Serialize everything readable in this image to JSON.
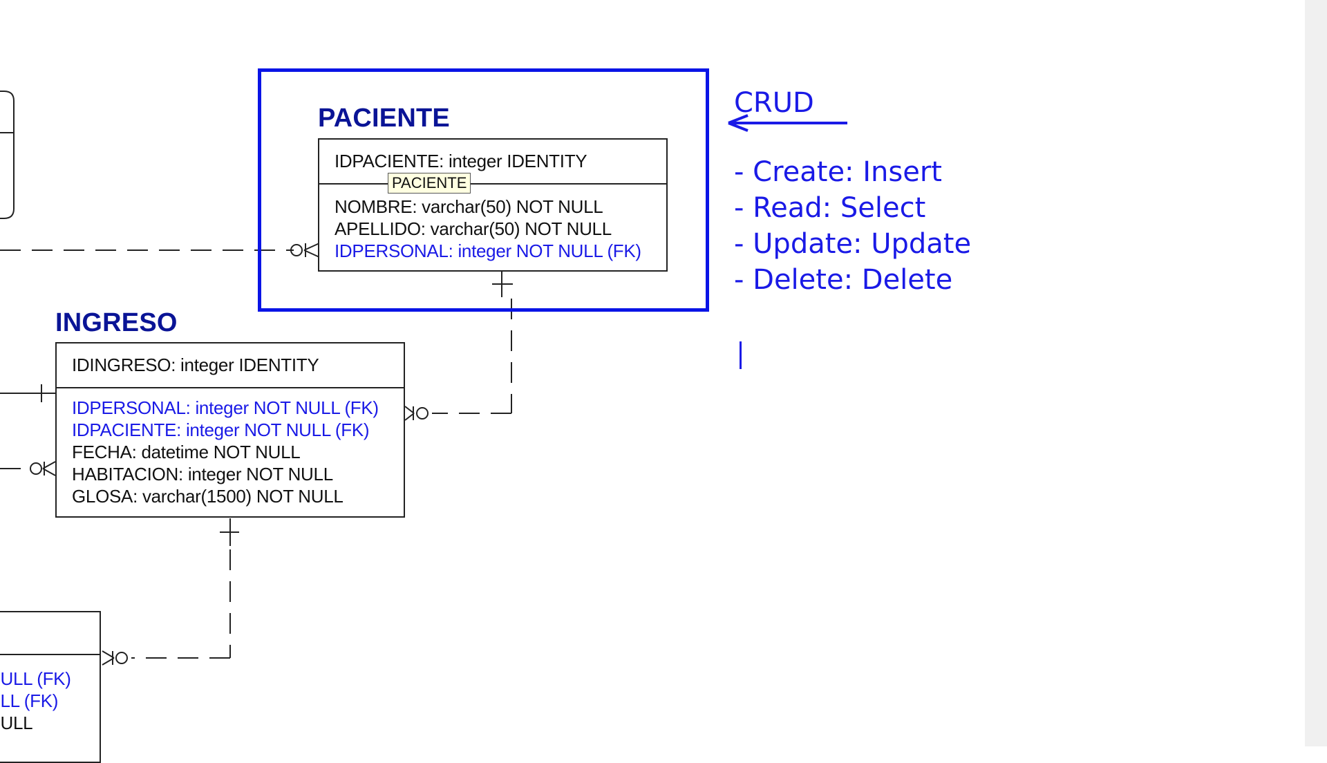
{
  "entities": {
    "paciente": {
      "title": "PACIENTE",
      "pk": "IDPACIENTE: integer IDENTITY",
      "attributes": [
        {
          "text": "NOMBRE: varchar(50) NOT NULL",
          "fk": false
        },
        {
          "text": "APELLIDO: varchar(50) NOT NULL",
          "fk": false
        },
        {
          "text": "IDPERSONAL: integer NOT NULL (FK)",
          "fk": true
        }
      ],
      "tooltip": "PACIENTE"
    },
    "ingreso": {
      "title": "INGRESO",
      "pk": "IDINGRESO: integer IDENTITY",
      "attributes": [
        {
          "text": "IDPERSONAL: integer NOT NULL (FK)",
          "fk": true
        },
        {
          "text": "IDPACIENTE: integer NOT NULL (FK)",
          "fk": true
        },
        {
          "text": "FECHA: datetime NOT NULL",
          "fk": false
        },
        {
          "text": "HABITACION: integer NOT NULL",
          "fk": false
        },
        {
          "text": "GLOSA: varchar(1500) NOT NULL",
          "fk": false
        }
      ]
    },
    "partial_lower": {
      "attributes": [
        {
          "text": "NULL (FK)",
          "fk": true
        },
        {
          "text": "ULL (FK)",
          "fk": true
        },
        {
          "text": "NULL",
          "fk": false
        }
      ]
    }
  },
  "annotation": {
    "title": "CRUD",
    "items": [
      "- Create: Insert",
      "- Read: Select",
      "- Update: Update",
      "- Delete: Delete"
    ]
  },
  "colors": {
    "title": "#0a1496",
    "fk": "#1a1ae6",
    "selection": "#0a14e6",
    "annotation": "#1a1ae6",
    "border": "#222222",
    "tooltip_bg": "#ffffe1"
  }
}
